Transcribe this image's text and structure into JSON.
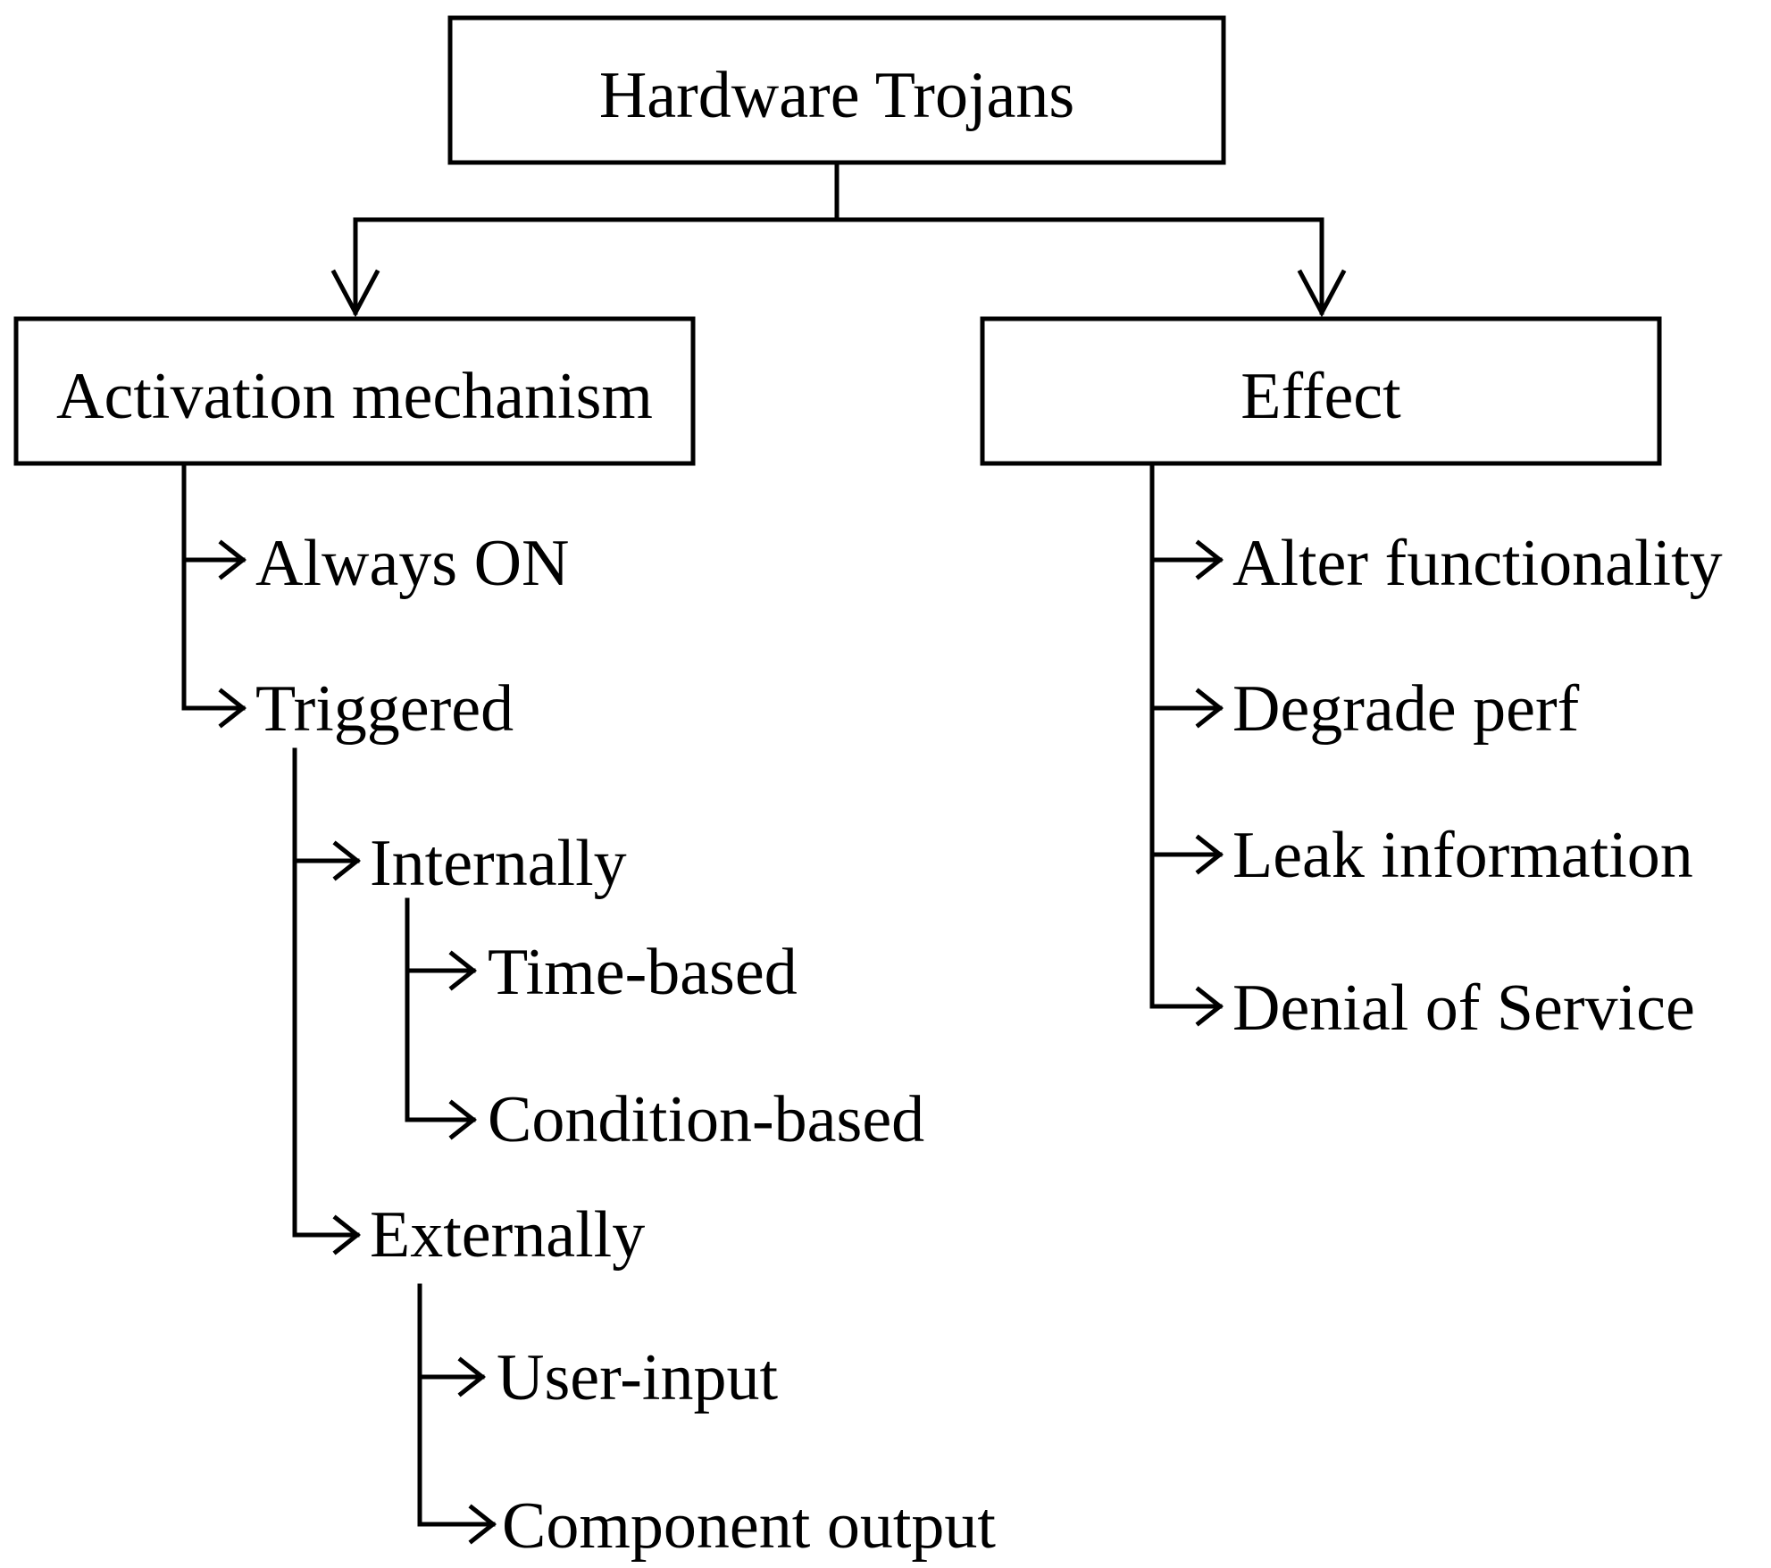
{
  "root": {
    "label": "Hardware Trojans"
  },
  "activation": {
    "label": "Activation mechanism",
    "always_on": "Always ON",
    "triggered": {
      "label": "Triggered",
      "internally": {
        "label": "Internally",
        "time_based": "Time-based",
        "condition_based": "Condition-based"
      },
      "externally": {
        "label": "Externally",
        "user_input": "User-input",
        "component_output": "Component output"
      }
    }
  },
  "effect": {
    "label": "Effect",
    "items": [
      "Alter functionality",
      "Degrade perf",
      "Leak information",
      "Denial of Service"
    ]
  },
  "colors": {
    "line": "#000000",
    "text": "#000000",
    "background": "#ffffff"
  }
}
